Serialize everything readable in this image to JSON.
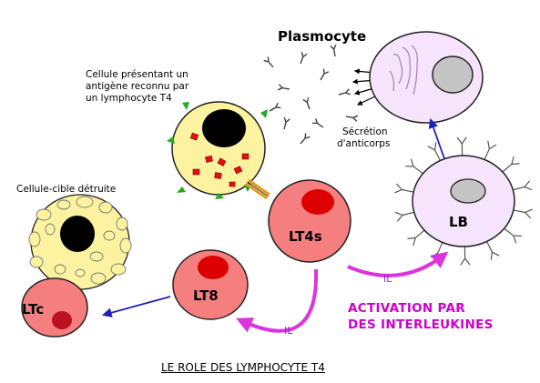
{
  "labels": {
    "plasmocyte": "Plasmocyte",
    "apc": "Cellule présentant un antigène reconnu par un lymphocyte T4",
    "apc_lines": [
      "Cellule présentant un",
      "antigène reconnu par",
      "un lymphocyte T4"
    ],
    "secretion_lines": [
      "Sécrétion",
      "d'anticorps"
    ],
    "target": "Cellule-cible détruite",
    "lt4s": "LT4s",
    "lb": "LB",
    "lt8": "LT8",
    "ltc": "LTc",
    "il": "IL",
    "activation_lines": [
      "ACTIVATION PAR",
      "DES INTERLEUKINES"
    ],
    "footer": "LE ROLE DES LYMPHOCYTE T4"
  },
  "colors": {
    "apc_fill": "#fdf2a0",
    "red_cell": "#f57f7f",
    "nucleus_red": "#dd0000",
    "lb_fill": "#f5e4fb",
    "lb_nucleus": "#c4c4c4",
    "activation": "#cc00cc",
    "arrow_blue": "#2020bb",
    "antigen_green": "#22aa22"
  }
}
